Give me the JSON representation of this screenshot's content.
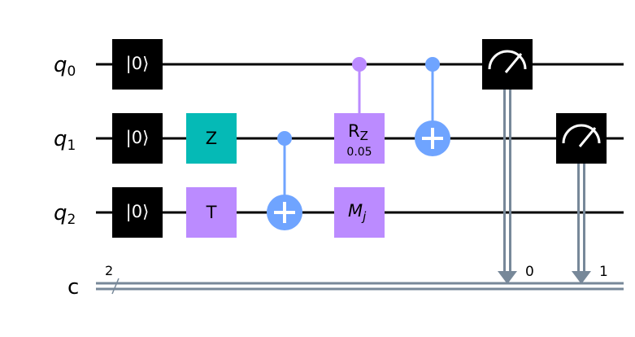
{
  "registers": {
    "qubits": [
      {
        "name": "q",
        "index": "0"
      },
      {
        "name": "q",
        "index": "1"
      },
      {
        "name": "q",
        "index": "2"
      }
    ],
    "classical": {
      "name": "c",
      "size": "2"
    }
  },
  "gates": {
    "reset_label": "|0⟩",
    "z_label": "Z",
    "t_label": "T",
    "rz_label": "R",
    "rz_sub": "Z",
    "rz_param": "0.05",
    "mj_label": "M",
    "mj_sub": "j"
  },
  "measurements": {
    "bit0": "0",
    "bit1": "1"
  },
  "colors": {
    "black_gate": "#000000",
    "z_gate": "#05bab6",
    "purple_gate": "#bb8bff",
    "cx": "#6fa4ff",
    "classical_wire": "#778899"
  }
}
